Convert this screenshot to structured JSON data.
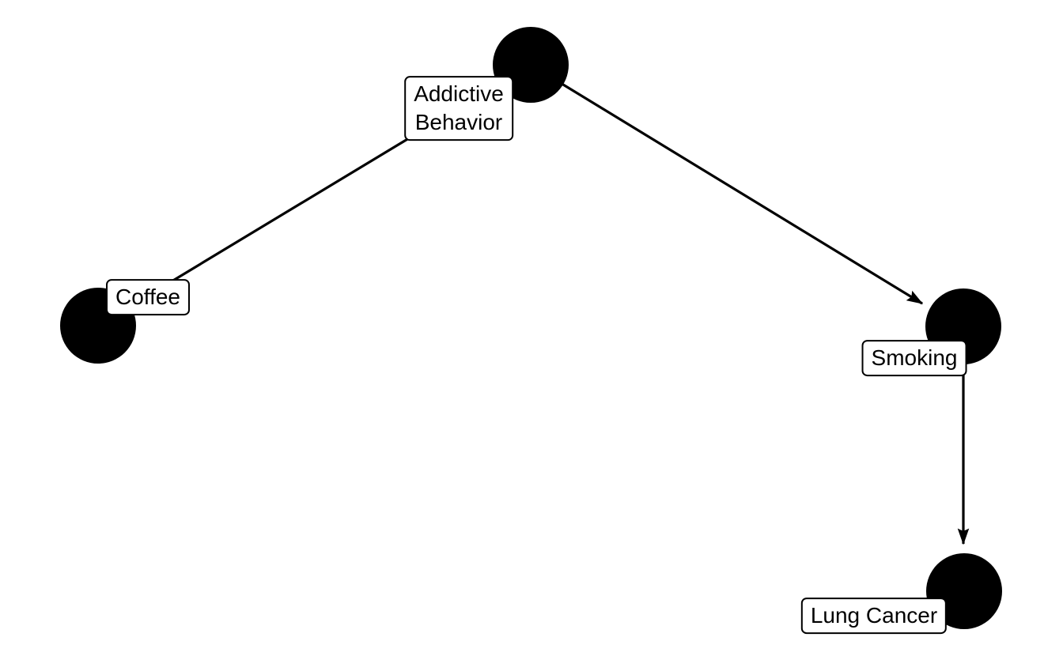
{
  "diagram": {
    "type": "causal-dag",
    "background_color": "#ffffff",
    "node_color": "#000000",
    "edge_color": "#000000",
    "label_background": "#ffffff",
    "label_border_color": "#000000",
    "label_text_color": "#000000",
    "nodes": [
      {
        "id": "addictive-behavior",
        "label": "Addictive\nBehavior"
      },
      {
        "id": "coffee",
        "label": "Coffee"
      },
      {
        "id": "smoking",
        "label": "Smoking"
      },
      {
        "id": "lung-cancer",
        "label": "Lung Cancer"
      }
    ],
    "edges": [
      {
        "from": "addictive-behavior",
        "to": "coffee",
        "arrowhead_visible": false
      },
      {
        "from": "addictive-behavior",
        "to": "smoking",
        "arrowhead_visible": true
      },
      {
        "from": "smoking",
        "to": "lung-cancer",
        "arrowhead_visible": true
      }
    ]
  }
}
